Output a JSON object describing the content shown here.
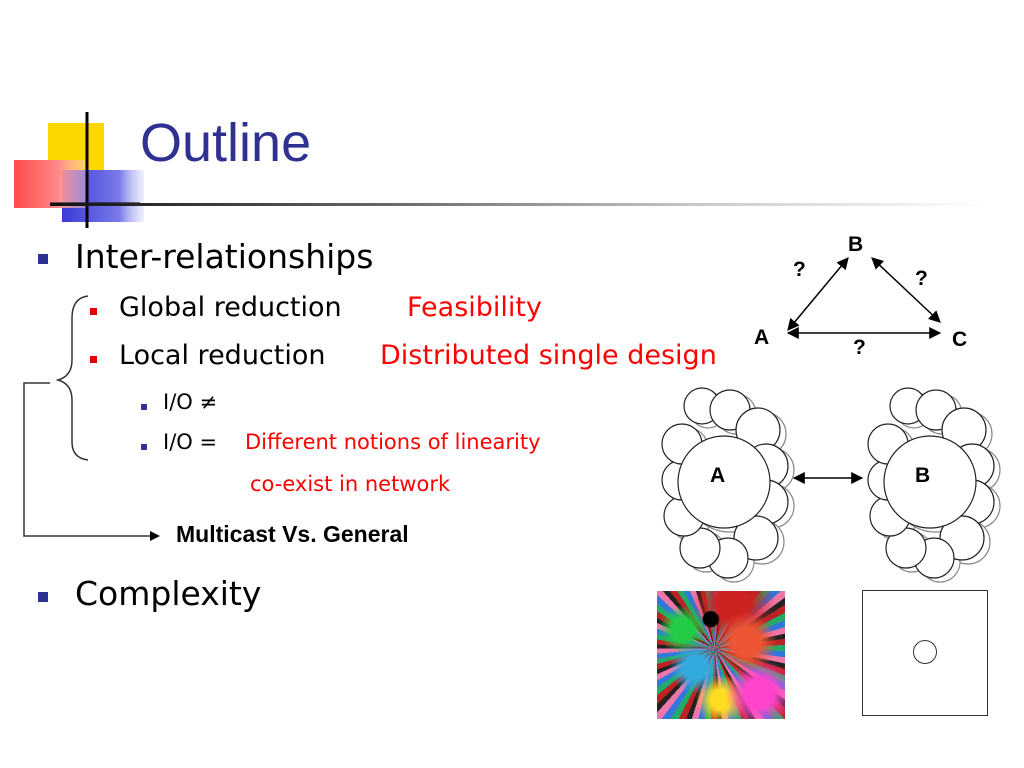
{
  "slide": {
    "title": "Outline",
    "bullets": {
      "inter": "Inter-relationships",
      "global": "Global reduction",
      "global_note": "Feasibility",
      "local": "Local reduction",
      "local_note": "Distributed single design",
      "io_neq": "I/O ≠",
      "io_eq": "I/O =",
      "io_eq_note": "Different notions of linearity",
      "io_eq_note2": "co-exist in network",
      "multicast": "Multicast Vs. General",
      "complexity": "Complexity"
    },
    "triangle": {
      "a": "A",
      "b": "B",
      "c": "C",
      "q_ab": "?",
      "q_bc": "?",
      "q_ac": "?"
    },
    "clouds": {
      "a": "A",
      "b": "B"
    },
    "colors": {
      "title": "#2e3192",
      "accent": "#ff0000",
      "bullet": "#2e3192"
    }
  }
}
